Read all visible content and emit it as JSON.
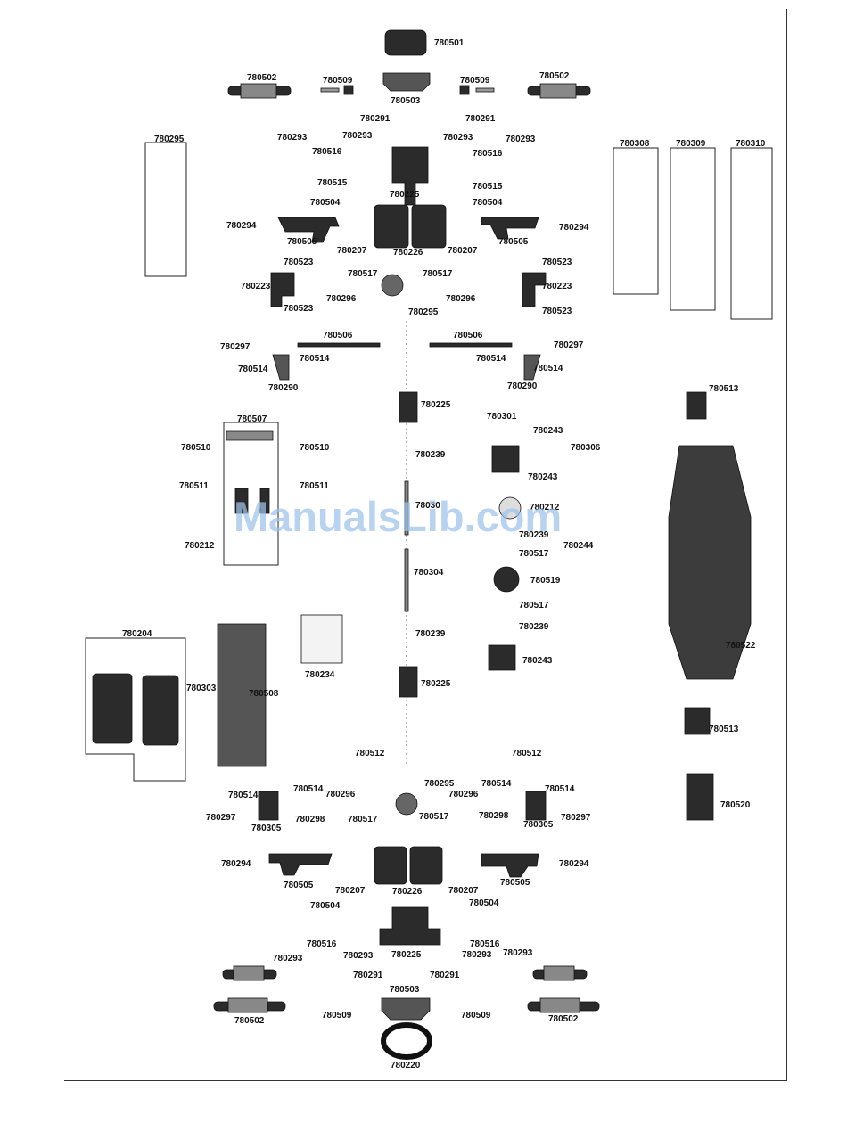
{
  "watermark": "ManualsLib.com",
  "labels": [
    "780501",
    "780502",
    "780509",
    "780503",
    "780509",
    "780502",
    "780291",
    "780291",
    "780295",
    "780293",
    "780293",
    "780516",
    "780515",
    "780504",
    "780225",
    "780293",
    "780293",
    "780516",
    "780515",
    "780504",
    "780308",
    "780309",
    "780310",
    "780294",
    "780505",
    "780207",
    "780226",
    "780207",
    "780505",
    "780294",
    "780523",
    "780523",
    "780223",
    "780517",
    "780517",
    "780223",
    "780296",
    "780296",
    "780523",
    "780523",
    "780295",
    "780297",
    "780506",
    "780506",
    "780297",
    "780514",
    "780514",
    "780514",
    "780514",
    "780290",
    "780290",
    "780513",
    "780225",
    "780507",
    "780301",
    "780243",
    "780510",
    "780510",
    "780306",
    "780239",
    "780243",
    "780511",
    "780511",
    "78030",
    "780212",
    "780239",
    "780517",
    "780244",
    "780212",
    "780304",
    "780519",
    "780517",
    "780204",
    "780239",
    "780239",
    "780243",
    "780522",
    "780303",
    "780234",
    "780508",
    "780225",
    "780513",
    "780512",
    "780512",
    "780295",
    "780514",
    "780514",
    "780514",
    "780296",
    "780296",
    "780514",
    "780520",
    "780297",
    "780298",
    "780517",
    "780517",
    "780298",
    "780297",
    "780305",
    "780305",
    "780294",
    "780294",
    "780505",
    "780207",
    "780226",
    "780207",
    "780505",
    "780504",
    "780504",
    "780516",
    "780516",
    "780293",
    "780293",
    "780225",
    "780293",
    "780293",
    "780291",
    "780291",
    "780503",
    "780509",
    "780509",
    "780502",
    "780502",
    "780220"
  ]
}
